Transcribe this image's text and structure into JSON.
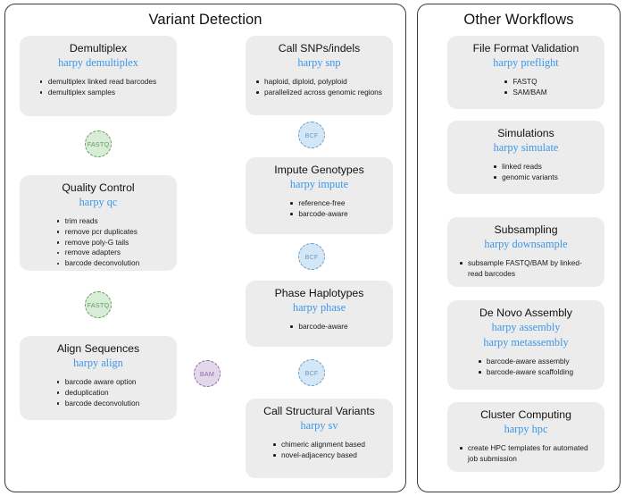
{
  "panels": {
    "variant": {
      "title": "Variant Detection",
      "cards": [
        {
          "id": "demultiplex",
          "title": "Demultiplex",
          "commands": [
            "harpy demultiplex"
          ],
          "bullets": [
            "demultiplex linked read barcodes",
            "demultiplex samples"
          ]
        },
        {
          "id": "quality-control",
          "title": "Quality Control",
          "commands": [
            "harpy qc"
          ],
          "bullets": [
            "trim reads",
            "remove pcr duplicates",
            "remove poly-G tails",
            "remove adapters",
            "barcode deconvolution"
          ]
        },
        {
          "id": "align-sequences",
          "title": "Align Sequences",
          "commands": [
            "harpy align"
          ],
          "bullets": [
            "barcode aware option",
            "deduplication",
            "barcode deconvolution"
          ]
        },
        {
          "id": "call-snps-indels",
          "title": "Call SNPs/indels",
          "commands": [
            "harpy snp"
          ],
          "bullets": [
            "haploid, diploid, polyploid",
            "parallelized across genomic regions"
          ]
        },
        {
          "id": "impute-genotypes",
          "title": "Impute Genotypes",
          "commands": [
            "harpy impute"
          ],
          "bullets": [
            "reference-free",
            "barcode-aware"
          ]
        },
        {
          "id": "phase-haplotypes",
          "title": "Phase Haplotypes",
          "commands": [
            "harpy phase"
          ],
          "bullets": [
            "barcode-aware"
          ]
        },
        {
          "id": "call-structural-variants",
          "title": "Call Structural Variants",
          "commands": [
            "harpy sv"
          ],
          "bullets": [
            "chimeric alignment based",
            "novel-adjacency based"
          ]
        }
      ],
      "nodes": [
        {
          "id": "fastq-1",
          "label": "FASTQ",
          "type": "fastq"
        },
        {
          "id": "fastq-2",
          "label": "FASTQ",
          "type": "fastq"
        },
        {
          "id": "bam-1",
          "label": "BAM",
          "type": "bam"
        },
        {
          "id": "bcf-1",
          "label": "BCF",
          "type": "bcf"
        },
        {
          "id": "bcf-2",
          "label": "BCF",
          "type": "bcf"
        },
        {
          "id": "bcf-3",
          "label": "BCF",
          "type": "bcf"
        }
      ]
    },
    "other": {
      "title": "Other Workflows",
      "cards": [
        {
          "id": "file-format-validation",
          "title": "File Format Validation",
          "commands": [
            "harpy preflight"
          ],
          "bullets": [
            "FASTQ",
            "SAM/BAM"
          ]
        },
        {
          "id": "simulations",
          "title": "Simulations",
          "commands": [
            "harpy simulate"
          ],
          "bullets": [
            "linked reads",
            "genomic variants"
          ]
        },
        {
          "id": "subsampling",
          "title": "Subsampling",
          "commands": [
            "harpy downsample"
          ],
          "bullets": [
            "subsample FASTQ/BAM by linked-read barcodes"
          ]
        },
        {
          "id": "de-novo-assembly",
          "title": "De Novo Assembly",
          "commands": [
            "harpy assembly",
            "harpy metassembly"
          ],
          "bullets": [
            "barcode-aware assembly",
            "barcode-aware scaffolding"
          ]
        },
        {
          "id": "cluster-computing",
          "title": "Cluster Computing",
          "commands": [
            "harpy hpc"
          ],
          "bullets": [
            "create HPC templates for automated job submission"
          ]
        }
      ]
    }
  },
  "colors": {
    "command_blue": "#3d96e8",
    "card_gray": "#ececed",
    "fastq_green": "#d8ecd7",
    "bcf_blue": "#d3e7f7",
    "bam_purple": "#e3d8ea"
  }
}
